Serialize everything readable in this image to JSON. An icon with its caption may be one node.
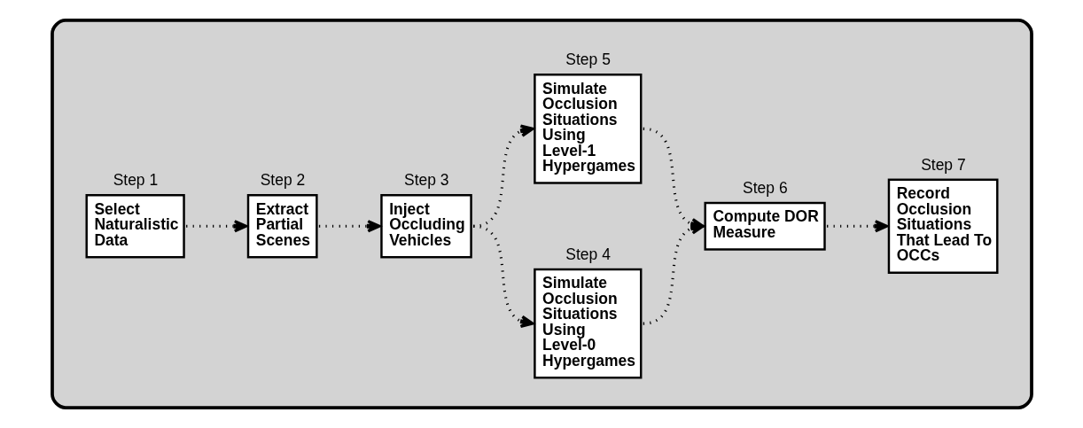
{
  "diagram": {
    "nodes": [
      {
        "text": [],
        "shape": "box"
      },
      {
        "text": [
          "Step 1",
          "Select Naturalistic Data"
        ],
        "in": 0
      },
      {
        "text": [
          "Step 2",
          "Extract Partial Scenes"
        ],
        "in": 0
      },
      {
        "text": [
          "Step 3",
          "Inject Occluding Vehicles"
        ],
        "in": 0
      },
      {
        "text": [
          "Step 4",
          "Simulate Occlusion Situations Using Level-0 Hypergames"
        ],
        "in": 0
      },
      {
        "text": [
          "Step 5",
          "Simulate Occlusion Situations Using Level-1 Hypergames"
        ],
        "in": 0
      },
      {
        "text": [
          "Step 6",
          "Compute DOR Measure"
        ],
        "in": 0
      },
      {
        "text": [
          "Step 7",
          "Record Occlusion Situations That Lead To  OCCs"
        ],
        "in": 0
      }
    ],
    "edges": [
      {
        "from": 1,
        "to": 2,
        "arrow": "to"
      },
      {
        "from": 2,
        "to": 3,
        "arrow": "to"
      },
      {
        "from": 3,
        "to": 4,
        "arrow": "to"
      },
      {
        "from": 3,
        "to": 5,
        "arrow": "to"
      },
      {
        "from": 4,
        "to": 6,
        "arrow": "to"
      },
      {
        "from": 5,
        "to": 6,
        "arrow": "to"
      },
      {
        "from": 6,
        "to": 7,
        "arrow": "to"
      }
    ]
  }
}
